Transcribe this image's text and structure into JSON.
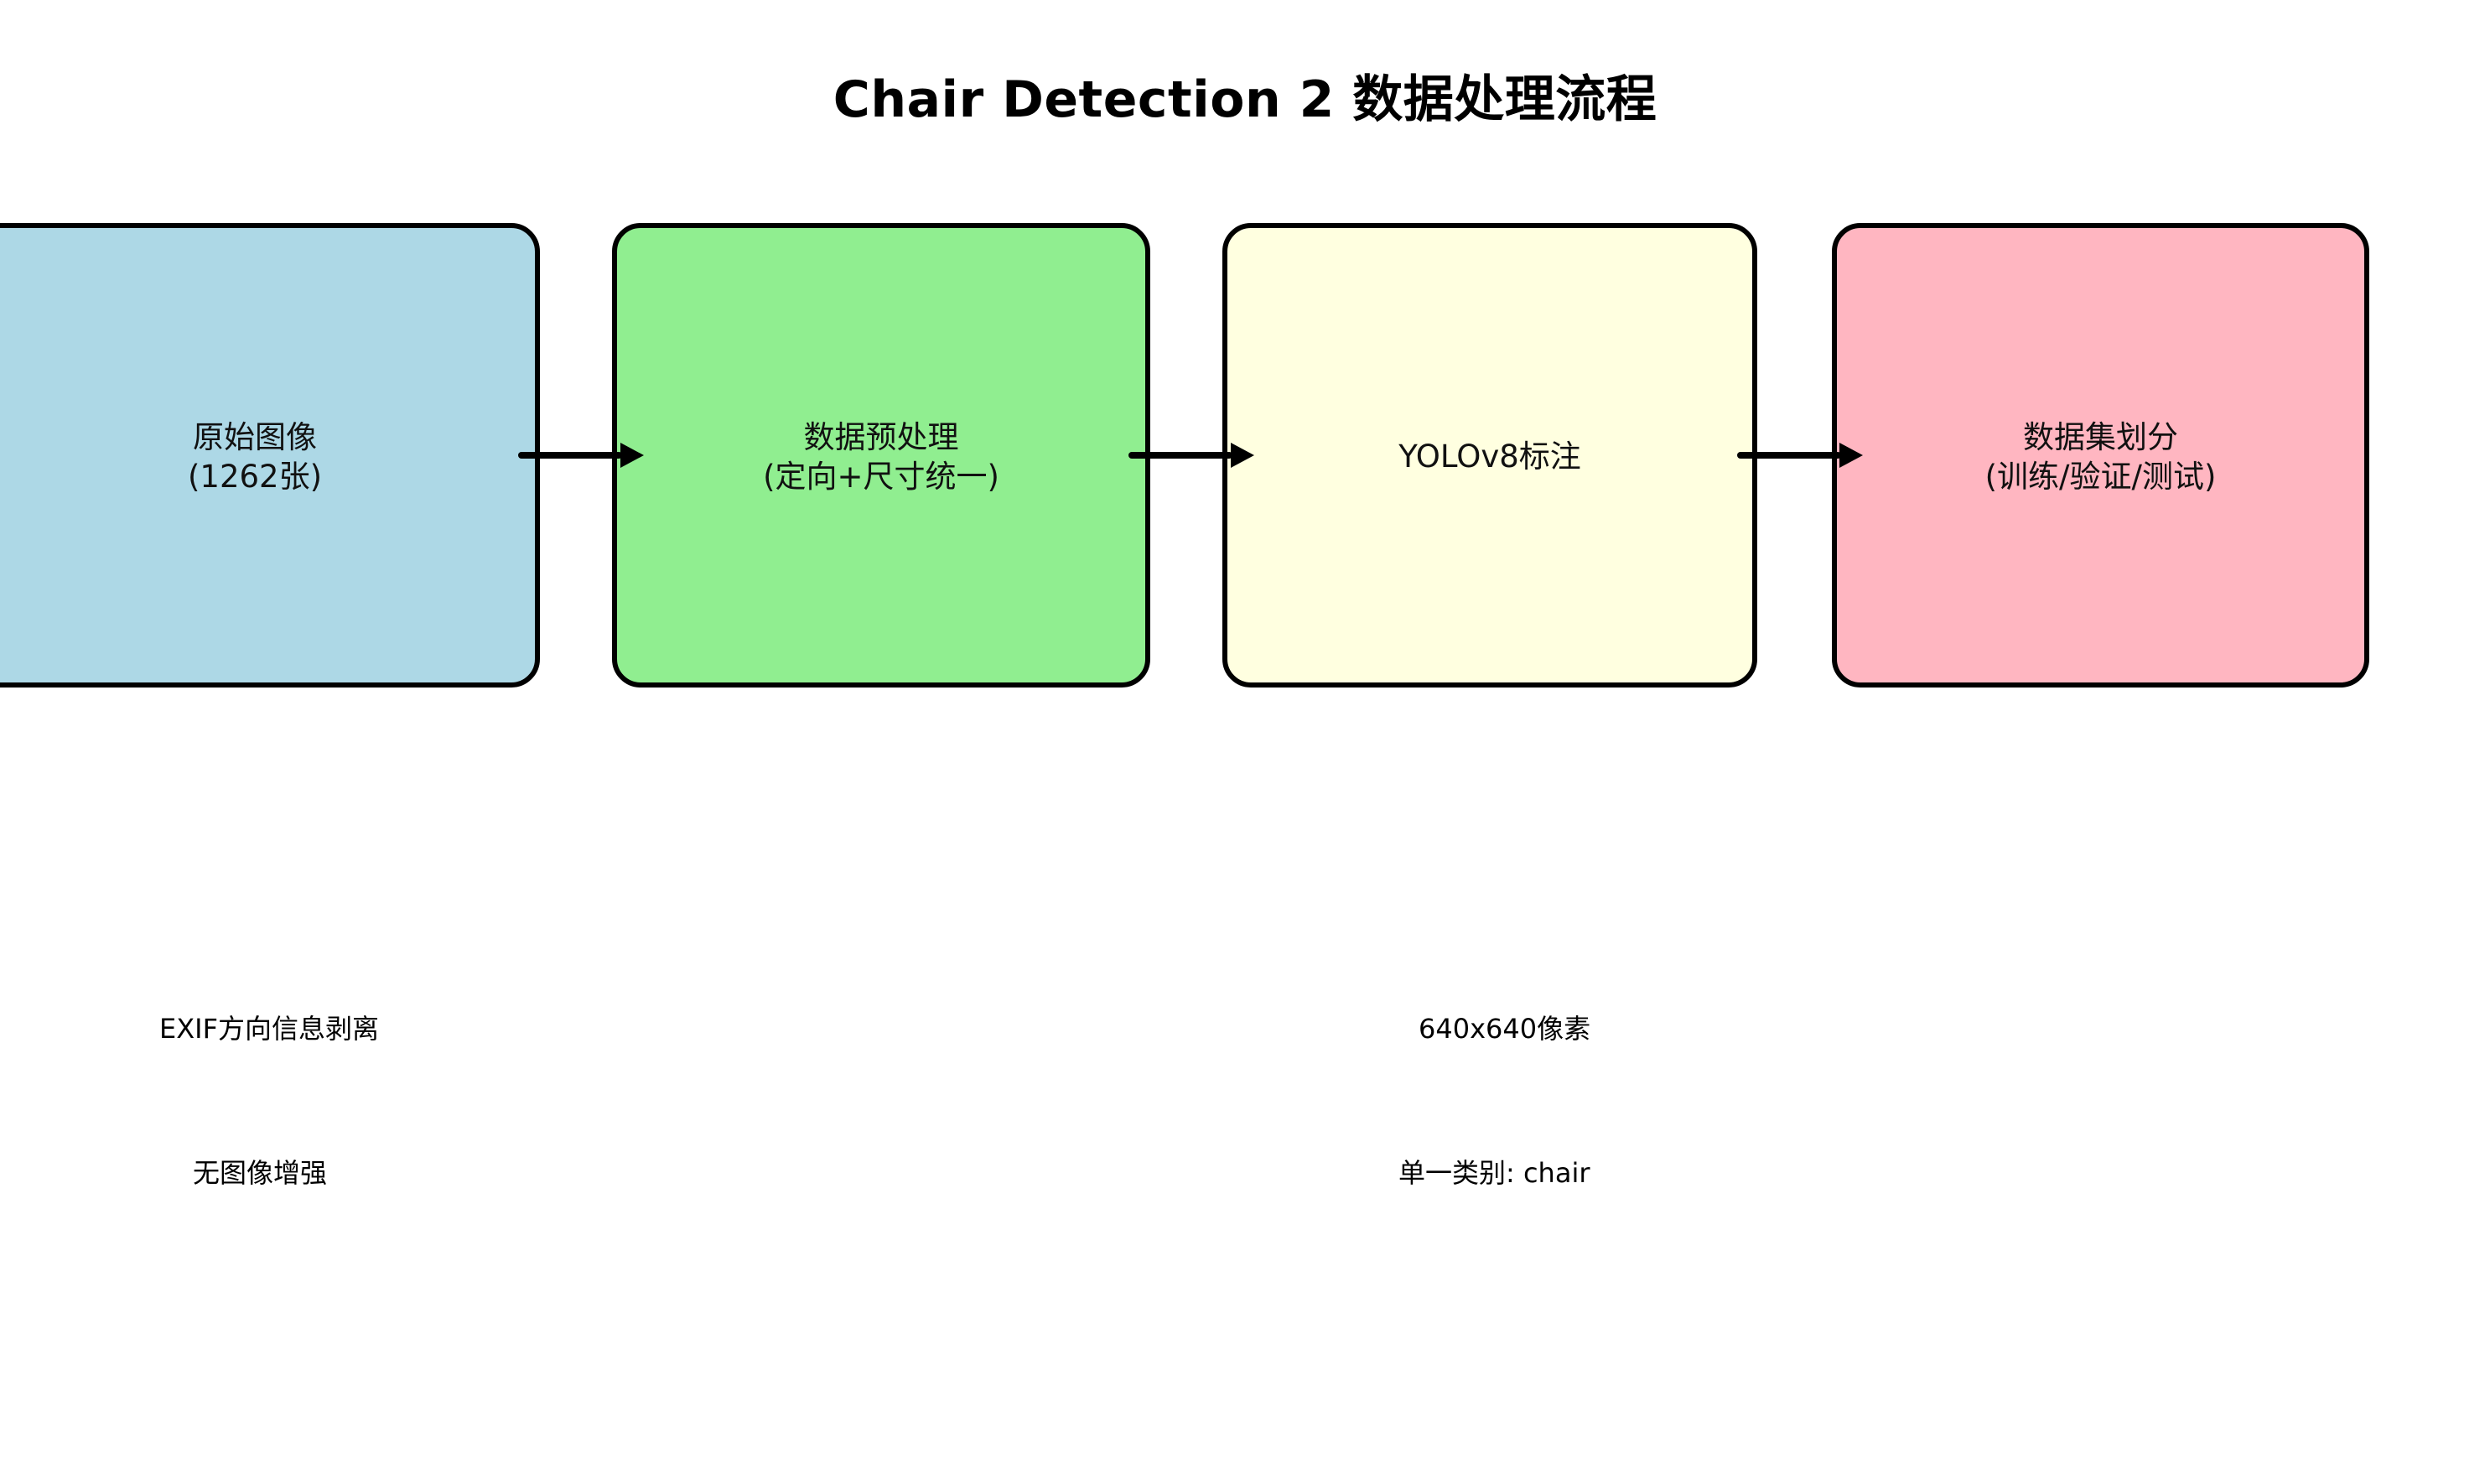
{
  "title": "Chair Detection 2 数据处理流程",
  "diagram": {
    "type": "flowchart",
    "direction": "left-to-right",
    "nodes": [
      {
        "id": "raw-images",
        "label": "原始图像\n(1262张)",
        "color": "#ADD8E6",
        "border_color": "#000000",
        "count": 1262
      },
      {
        "id": "preprocess",
        "label": "数据预处理\n(定向+尺寸统一)",
        "color": "#90EE90",
        "border_color": "#000000"
      },
      {
        "id": "annotation",
        "label": "YOLOv8标注",
        "color": "#FFFFE0",
        "border_color": "#000000"
      },
      {
        "id": "dataset-split",
        "label": "数据集划分\n(训练/验证/测试)",
        "color": "#FFB6C1",
        "border_color": "#000000"
      }
    ],
    "edges": [
      {
        "id": "raw-to-preprocess",
        "from": "raw-images",
        "to": "preprocess",
        "style": "solid-arrow"
      },
      {
        "id": "preprocess-to-annotation",
        "from": "preprocess",
        "to": "annotation",
        "style": "solid-arrow"
      },
      {
        "id": "annotation-to-split",
        "from": "annotation",
        "to": "dataset-split",
        "style": "solid-arrow"
      }
    ]
  },
  "notes": {
    "exif": "EXIF方向信息剥离",
    "no_augment": "无图像增强",
    "image_size": "640x640像素",
    "single_class": "单一类别: chair"
  }
}
